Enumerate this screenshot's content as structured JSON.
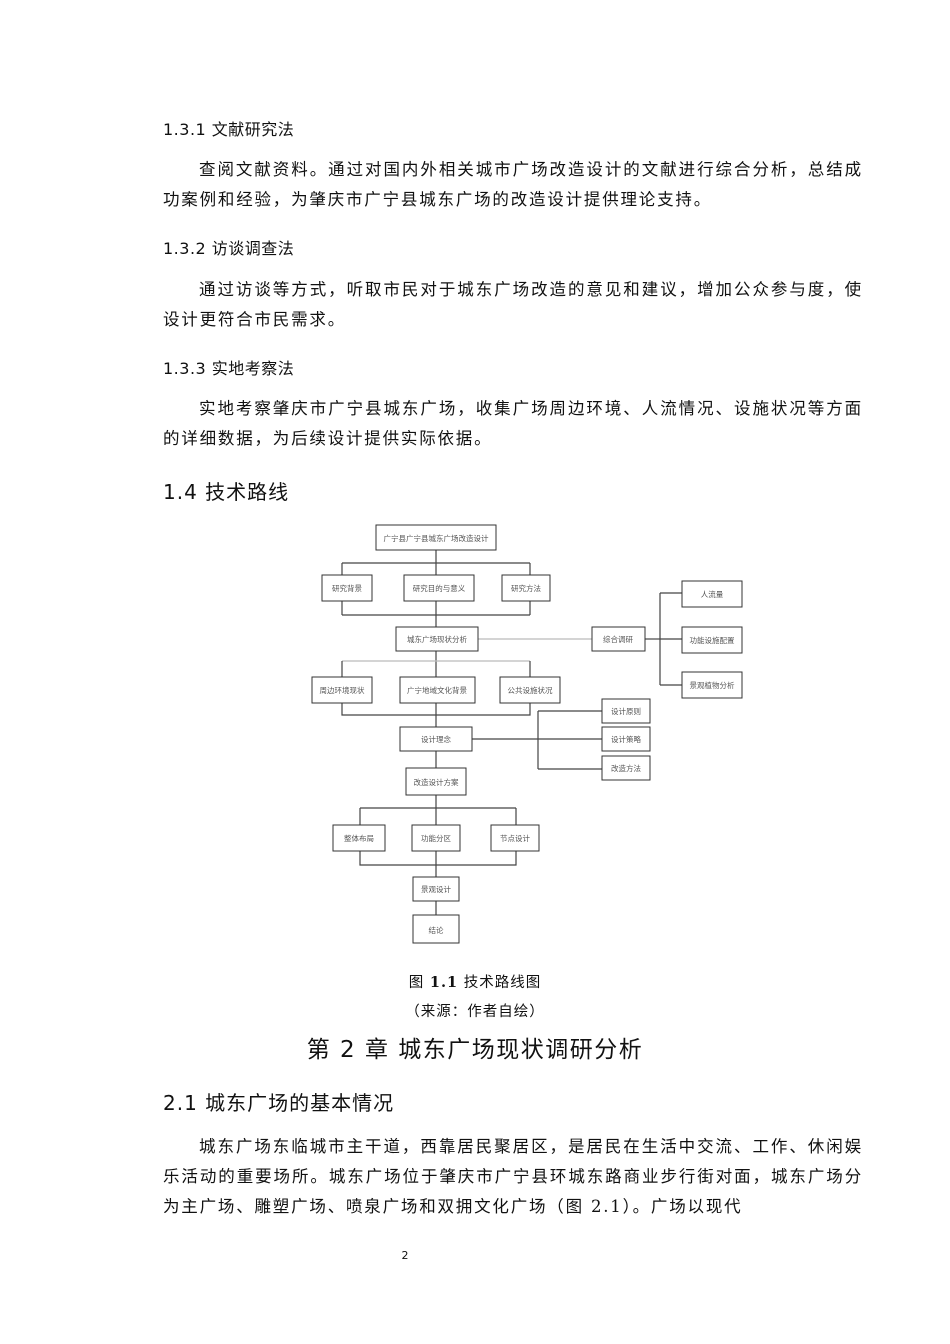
{
  "sections": {
    "s131_heading": "1.3.1 文献研究法",
    "s131_body": "查阅文献资料。通过对国内外相关城市广场改造设计的文献进行综合分析，总结成功案例和经验，为肇庆市广宁县城东广场的改造设计提供理论支持。",
    "s132_heading": "1.3.2 访谈调查法",
    "s132_body": "通过访谈等方式，听取市民对于城东广场改造的意见和建议，增加公众参与度，使设计更符合市民需求。",
    "s133_heading": "1.3.3 实地考察法",
    "s133_body": "实地考察肇庆市广宁县城东广场，收集广场周边环境、人流情况、设施状况等方面的详细数据，为后续设计提供实际依据。",
    "s14_heading": "1.4 技术路线"
  },
  "figure": {
    "caption_prefix": "图",
    "caption_number": "1.1",
    "caption_text": "技术路线图",
    "source": "（来源：作者自绘）",
    "nodes": {
      "top": "广宁县广宁县城东广场改造设计",
      "bg": "研究背景",
      "meaning": "研究目的与意义",
      "method": "研究方法",
      "analysis": "城东广场现状分析",
      "summary": "综合调研",
      "r1": "人流量",
      "r2": "功能设施配置",
      "r3": "景观植物分析",
      "env": "周边环境现状",
      "culture": "广宁地域文化背景",
      "facility": "公共设施状况",
      "concept": "设计理念",
      "c1": "设计原则",
      "c2": "设计策略",
      "c3": "改造方法",
      "scheme": "改造设计方案",
      "layout": "整体布局",
      "zone": "功能分区",
      "detail": "节点设计",
      "overall": "景观设计",
      "conclusion": "结论"
    }
  },
  "chapter2": {
    "title": "第 2 章  城东广场现状调研分析",
    "s21_heading": "2.1 城东广场的基本情况",
    "s21_body": "城东广场东临城市主干道，西靠居民聚居区，是居民在生活中交流、工作、休闲娱乐活动的重要场所。城东广场位于肇庆市广宁县环城东路商业步行街对面，城东广场分为主广场、雕塑广场、喷泉广场和双拥文化广场（图 2.1）。广场以现代"
  },
  "page_number": "2"
}
